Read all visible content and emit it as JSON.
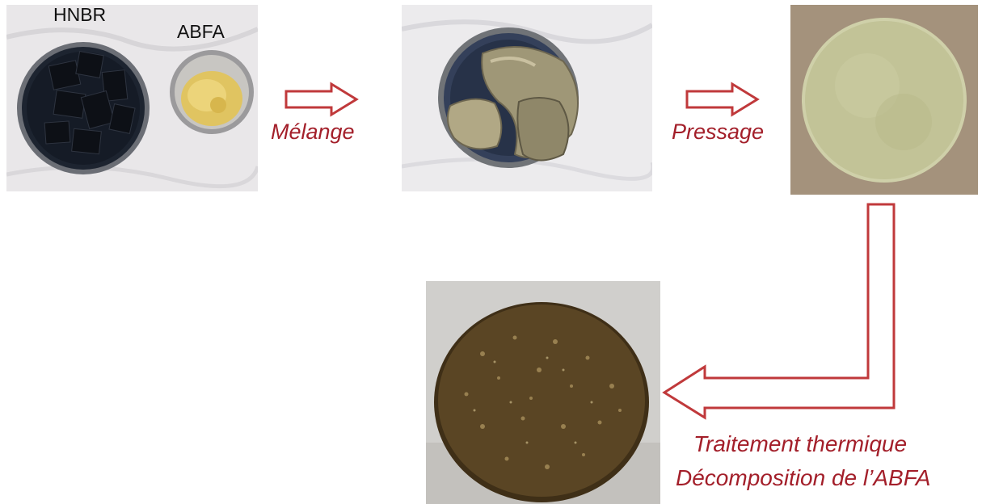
{
  "ingredients": {
    "hnbr_label": "HNBR",
    "abfa_label": "ABFA"
  },
  "steps": {
    "mixing": "Mélange",
    "pressing": "Pressage",
    "thermal_line1": "Traitement thermique",
    "thermal_line2": "Décomposition de l’ABFA"
  },
  "colors": {
    "arrow_stroke": "#c0393b",
    "step_text": "#a31f2a"
  }
}
